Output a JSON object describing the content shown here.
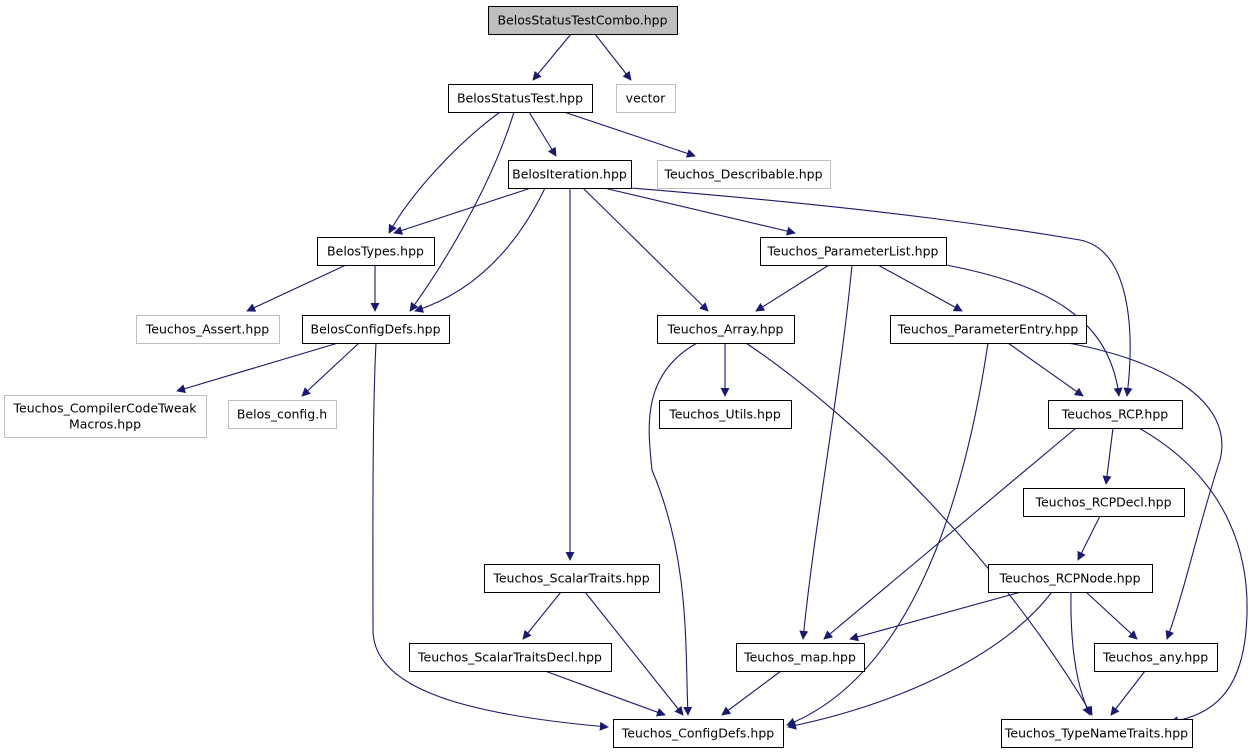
{
  "diagram": {
    "type": "include-dependency-graph",
    "colors": {
      "edge": "#191970",
      "root_fill": "#bfbfbf",
      "node_border": "#000000",
      "external_border": "#bfbfbf",
      "node_fill": "#ffffff"
    },
    "nodes": [
      {
        "id": "combo",
        "lines": [
          "BelosStatusTestCombo.hpp"
        ],
        "kind": "root"
      },
      {
        "id": "statustest",
        "lines": [
          "BelosStatusTest.hpp"
        ],
        "kind": "internal"
      },
      {
        "id": "vector",
        "lines": [
          "vector"
        ],
        "kind": "external"
      },
      {
        "id": "iteration",
        "lines": [
          "BelosIteration.hpp"
        ],
        "kind": "internal"
      },
      {
        "id": "describable",
        "lines": [
          "Teuchos_Describable.hpp"
        ],
        "kind": "external"
      },
      {
        "id": "types",
        "lines": [
          "BelosTypes.hpp"
        ],
        "kind": "internal"
      },
      {
        "id": "paramlist",
        "lines": [
          "Teuchos_ParameterList.hpp"
        ],
        "kind": "internal"
      },
      {
        "id": "assert",
        "lines": [
          "Teuchos_Assert.hpp"
        ],
        "kind": "external"
      },
      {
        "id": "configdefs",
        "lines": [
          "BelosConfigDefs.hpp"
        ],
        "kind": "internal"
      },
      {
        "id": "array",
        "lines": [
          "Teuchos_Array.hpp"
        ],
        "kind": "internal"
      },
      {
        "id": "paramentry",
        "lines": [
          "Teuchos_ParameterEntry.hpp"
        ],
        "kind": "internal"
      },
      {
        "id": "compilertweak",
        "lines": [
          "Teuchos_CompilerCodeTweak",
          "Macros.hpp"
        ],
        "kind": "external"
      },
      {
        "id": "belosconfig",
        "lines": [
          "Belos_config.h"
        ],
        "kind": "external"
      },
      {
        "id": "utils",
        "lines": [
          "Teuchos_Utils.hpp"
        ],
        "kind": "internal"
      },
      {
        "id": "rcp",
        "lines": [
          "Teuchos_RCP.hpp"
        ],
        "kind": "internal"
      },
      {
        "id": "rcpdecl",
        "lines": [
          "Teuchos_RCPDecl.hpp"
        ],
        "kind": "internal"
      },
      {
        "id": "scalartraits",
        "lines": [
          "Teuchos_ScalarTraits.hpp"
        ],
        "kind": "internal"
      },
      {
        "id": "rcpnode",
        "lines": [
          "Teuchos_RCPNode.hpp"
        ],
        "kind": "internal"
      },
      {
        "id": "scalartraitsdecl",
        "lines": [
          "Teuchos_ScalarTraitsDecl.hpp"
        ],
        "kind": "internal"
      },
      {
        "id": "map",
        "lines": [
          "Teuchos_map.hpp"
        ],
        "kind": "internal"
      },
      {
        "id": "any",
        "lines": [
          "Teuchos_any.hpp"
        ],
        "kind": "internal"
      },
      {
        "id": "tconfigdefs",
        "lines": [
          "Teuchos_ConfigDefs.hpp"
        ],
        "kind": "internal"
      },
      {
        "id": "typenametraits",
        "lines": [
          "Teuchos_TypeNameTraits.hpp"
        ],
        "kind": "internal"
      }
    ],
    "edges": [
      {
        "from": "combo",
        "to": "statustest"
      },
      {
        "from": "combo",
        "to": "vector"
      },
      {
        "from": "statustest",
        "to": "iteration"
      },
      {
        "from": "statustest",
        "to": "describable"
      },
      {
        "from": "statustest",
        "to": "types"
      },
      {
        "from": "statustest",
        "to": "configdefs"
      },
      {
        "from": "iteration",
        "to": "types"
      },
      {
        "from": "iteration",
        "to": "configdefs"
      },
      {
        "from": "iteration",
        "to": "paramlist"
      },
      {
        "from": "iteration",
        "to": "array"
      },
      {
        "from": "iteration",
        "to": "rcp"
      },
      {
        "from": "iteration",
        "to": "scalartraits"
      },
      {
        "from": "types",
        "to": "assert"
      },
      {
        "from": "types",
        "to": "configdefs"
      },
      {
        "from": "configdefs",
        "to": "compilertweak"
      },
      {
        "from": "configdefs",
        "to": "belosconfig"
      },
      {
        "from": "configdefs",
        "to": "tconfigdefs"
      },
      {
        "from": "paramlist",
        "to": "array"
      },
      {
        "from": "paramlist",
        "to": "paramentry"
      },
      {
        "from": "paramlist",
        "to": "rcp"
      },
      {
        "from": "paramlist",
        "to": "map"
      },
      {
        "from": "array",
        "to": "utils"
      },
      {
        "from": "array",
        "to": "tconfigdefs"
      },
      {
        "from": "array",
        "to": "typenametraits"
      },
      {
        "from": "paramentry",
        "to": "rcp"
      },
      {
        "from": "paramentry",
        "to": "any"
      },
      {
        "from": "paramentry",
        "to": "tconfigdefs"
      },
      {
        "from": "rcp",
        "to": "rcpdecl"
      },
      {
        "from": "rcp",
        "to": "map"
      },
      {
        "from": "rcp",
        "to": "typenametraits"
      },
      {
        "from": "rcpdecl",
        "to": "rcpnode"
      },
      {
        "from": "rcpnode",
        "to": "map"
      },
      {
        "from": "rcpnode",
        "to": "any"
      },
      {
        "from": "rcpnode",
        "to": "tconfigdefs"
      },
      {
        "from": "rcpnode",
        "to": "typenametraits"
      },
      {
        "from": "scalartraits",
        "to": "scalartraitsdecl"
      },
      {
        "from": "scalartraits",
        "to": "tconfigdefs"
      },
      {
        "from": "scalartraitsdecl",
        "to": "tconfigdefs"
      },
      {
        "from": "map",
        "to": "tconfigdefs"
      },
      {
        "from": "any",
        "to": "typenametraits"
      }
    ]
  }
}
